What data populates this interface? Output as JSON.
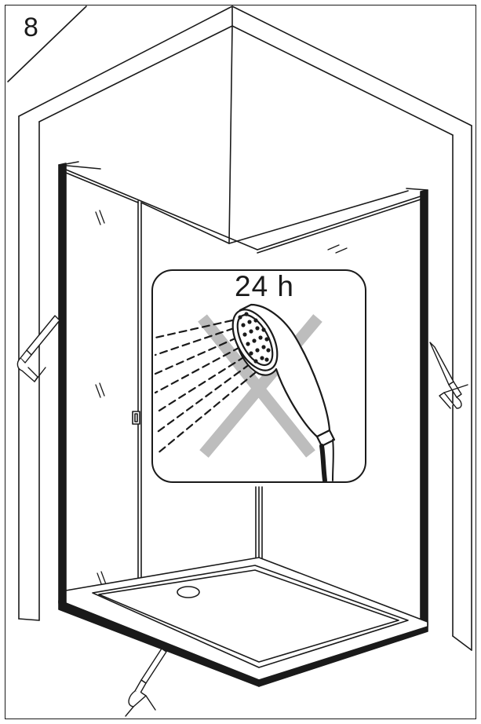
{
  "step": {
    "number": "8"
  },
  "warning_panel": {
    "duration_label": "24 h",
    "prohibition": "no-water-use"
  },
  "colors": {
    "line": "#1a1a1a",
    "cross_mark": "#bdbdbd",
    "background": "#ffffff"
  },
  "icons": [
    "caulk-gun-icon",
    "shower-head-icon",
    "cross-mark-icon"
  ]
}
